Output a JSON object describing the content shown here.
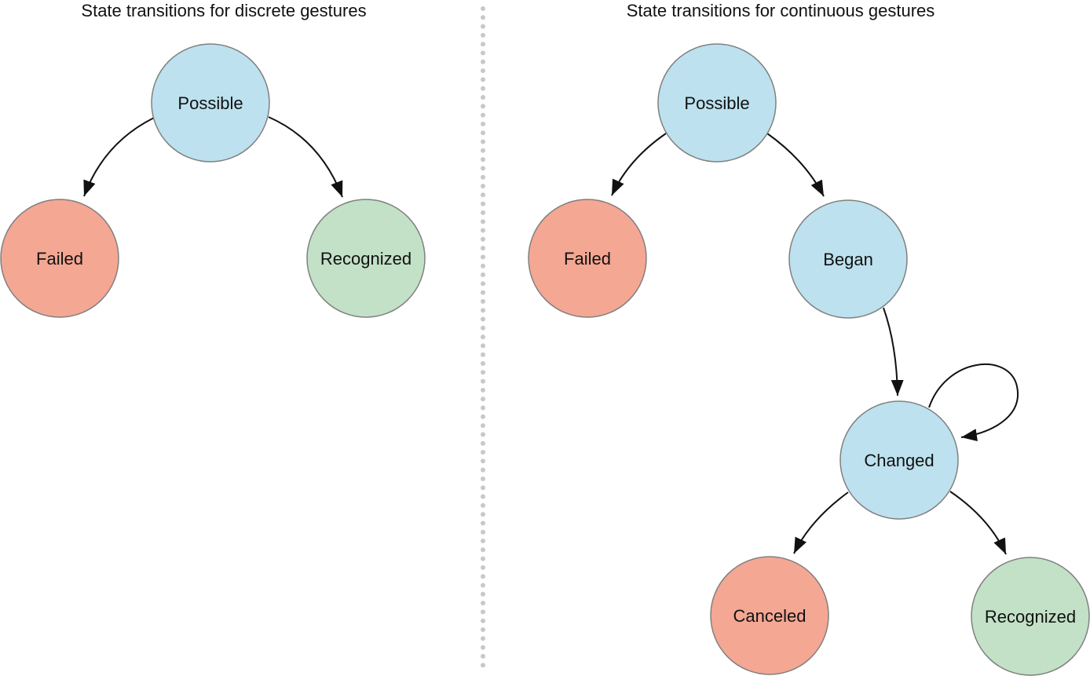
{
  "colors": {
    "in_progress": "#bde1ee",
    "failure": "#f4a793",
    "success": "#c2e1c7",
    "divider": "#c8c8c8",
    "edge": "#111111",
    "node_border": "#808080"
  },
  "panels": {
    "discrete": {
      "title": "State transitions for discrete gestures",
      "nodes": {
        "possible": {
          "label": "Possible",
          "status": "in_progress"
        },
        "failed": {
          "label": "Failed",
          "status": "failure"
        },
        "recognized": {
          "label": "Recognized",
          "status": "success"
        }
      },
      "edges": [
        {
          "from": "possible",
          "to": "failed"
        },
        {
          "from": "possible",
          "to": "recognized"
        }
      ]
    },
    "continuous": {
      "title": "State transitions for continuous gestures",
      "nodes": {
        "possible": {
          "label": "Possible",
          "status": "in_progress"
        },
        "failed": {
          "label": "Failed",
          "status": "failure"
        },
        "began": {
          "label": "Began",
          "status": "in_progress"
        },
        "changed": {
          "label": "Changed",
          "status": "in_progress"
        },
        "canceled": {
          "label": "Canceled",
          "status": "failure"
        },
        "recognized": {
          "label": "Recognized",
          "status": "success"
        }
      },
      "edges": [
        {
          "from": "possible",
          "to": "failed"
        },
        {
          "from": "possible",
          "to": "began"
        },
        {
          "from": "began",
          "to": "changed"
        },
        {
          "from": "changed",
          "to": "changed"
        },
        {
          "from": "changed",
          "to": "canceled"
        },
        {
          "from": "changed",
          "to": "recognized"
        }
      ]
    }
  }
}
